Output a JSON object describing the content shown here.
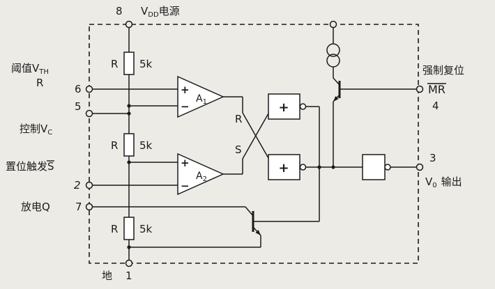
{
  "pins": {
    "pin8": "8",
    "pin6": "6",
    "pin5": "5",
    "pin2": "2",
    "pin7": "7",
    "pin1": "1",
    "pin4": "4",
    "pin3": "3"
  },
  "labels": {
    "vdd_v": "V",
    "vdd_sub": "DD",
    "vdd_text": "电源",
    "threshold_text": "阈值V",
    "threshold_sub": "TH",
    "threshold_r": "R",
    "control_text": "控制V",
    "control_sub": "C",
    "set_text": "置位触发",
    "set_s": "S",
    "discharge_text": "放电Q",
    "ground_text": "地",
    "force_reset": "强制复位",
    "mr_text": "MR",
    "out_v": "V",
    "out_sub": "0",
    "out_text": "输出",
    "ff_r": "R",
    "ff_s": "S"
  },
  "components": {
    "resistor_label": "R",
    "resistor_value": "5k",
    "amp_label": "A",
    "a1_sub": "1",
    "a2_sub": "2",
    "plus": "+",
    "minus": "−",
    "gate_symbol": "+"
  }
}
